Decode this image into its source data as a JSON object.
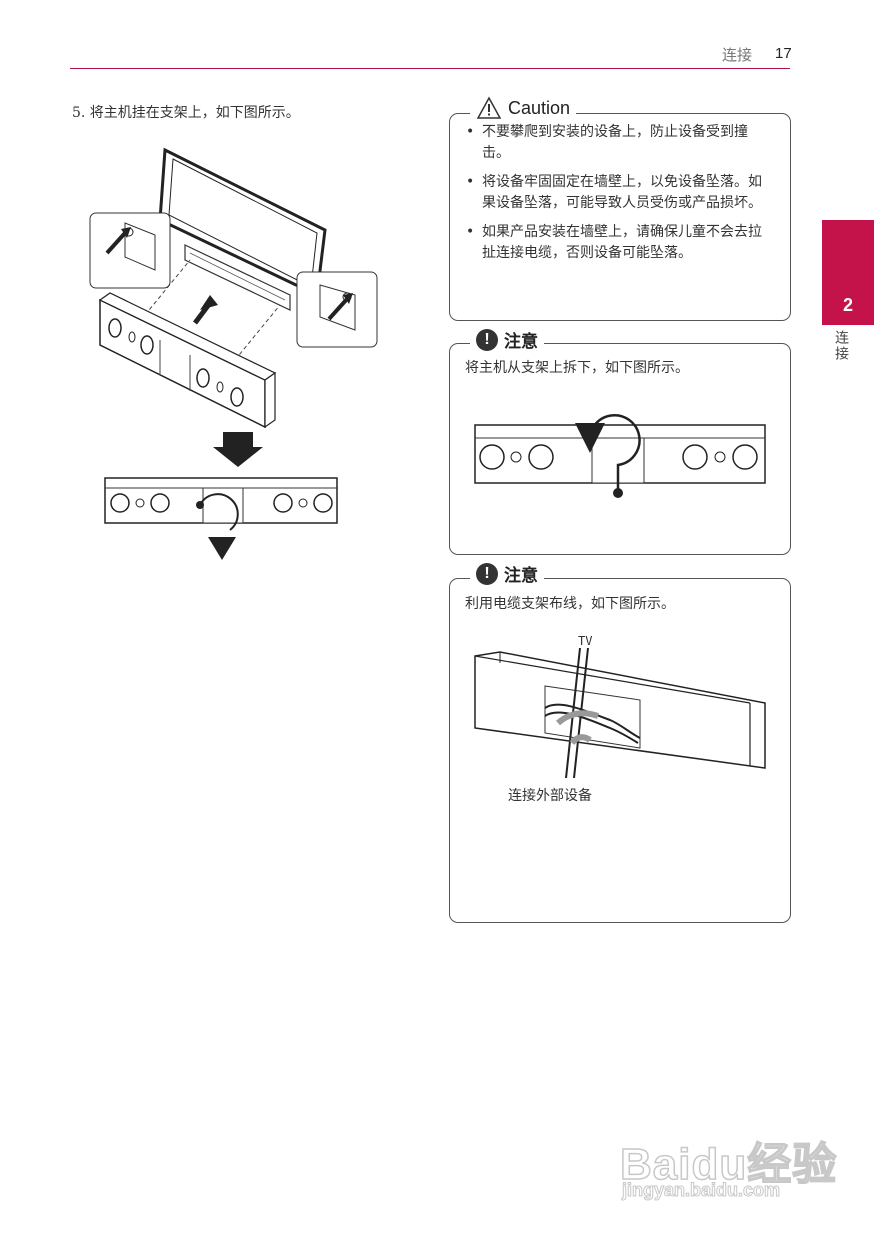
{
  "header": {
    "section": "连接",
    "page_number": "17"
  },
  "side_tab": {
    "number": "2",
    "label": "连接"
  },
  "step": {
    "text": "5. 将主机挂在支架上，如下图所示。"
  },
  "caution": {
    "title": "Caution",
    "items": [
      "不要攀爬到安装的设备上，防止设备受到撞击。",
      "将设备牢固固定在墙壁上，以免设备坠落。如果设备坠落，可能导致人员受伤或产品损坏。",
      "如果产品安装在墙壁上，请确保儿童不会去拉扯连接电缆，否则设备可能坠落。"
    ]
  },
  "note1": {
    "title": "注意",
    "text": "将主机从支架上拆下，如下图所示。"
  },
  "note2": {
    "title": "注意",
    "text": "利用电缆支架布线，如下图所示。",
    "tv_label": "TV",
    "device_label": "连接外部设备"
  },
  "watermark": {
    "text": "Baidu经验",
    "url": "jingyan.baidu.com"
  }
}
